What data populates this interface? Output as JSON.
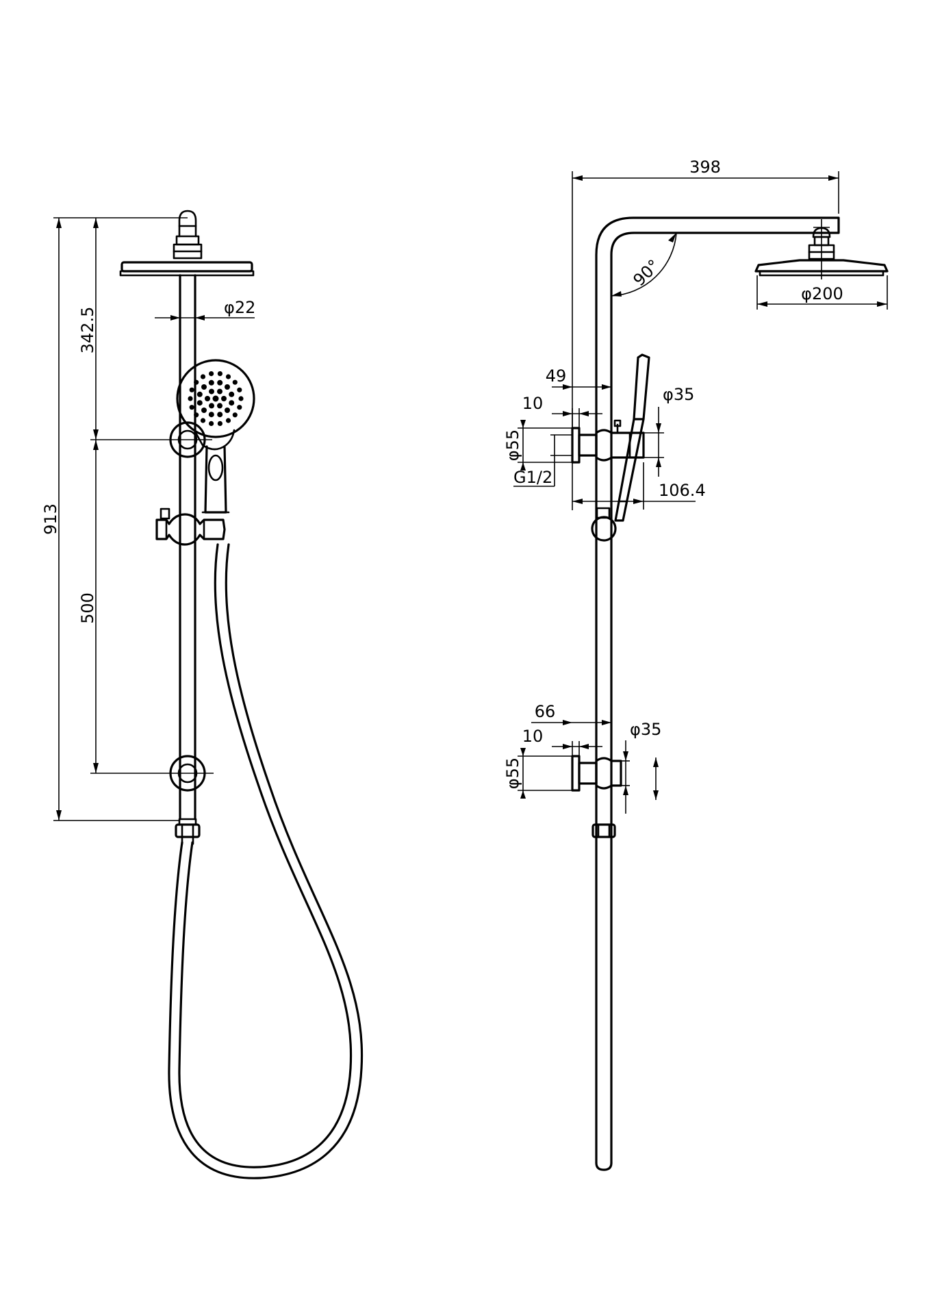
{
  "front_view": {
    "dims": {
      "overall_height": "913",
      "head_to_bracket": "342.5",
      "bracket_spacing": "500",
      "rail_diameter": "φ22"
    }
  },
  "side_view": {
    "dims": {
      "arm_reach": "398",
      "arm_angle": "90°",
      "head_diameter": "φ200",
      "upper_offset": "49",
      "upper_flange_depth": "10",
      "upper_bracket_diameter": "φ35",
      "upper_flange_diameter": "φ55",
      "thread_size": "G1/2",
      "upper_projection": "106.4",
      "lower_offset": "66",
      "lower_flange_depth": "10",
      "lower_bracket_diameter": "φ35",
      "lower_flange_diameter": "φ55"
    }
  }
}
